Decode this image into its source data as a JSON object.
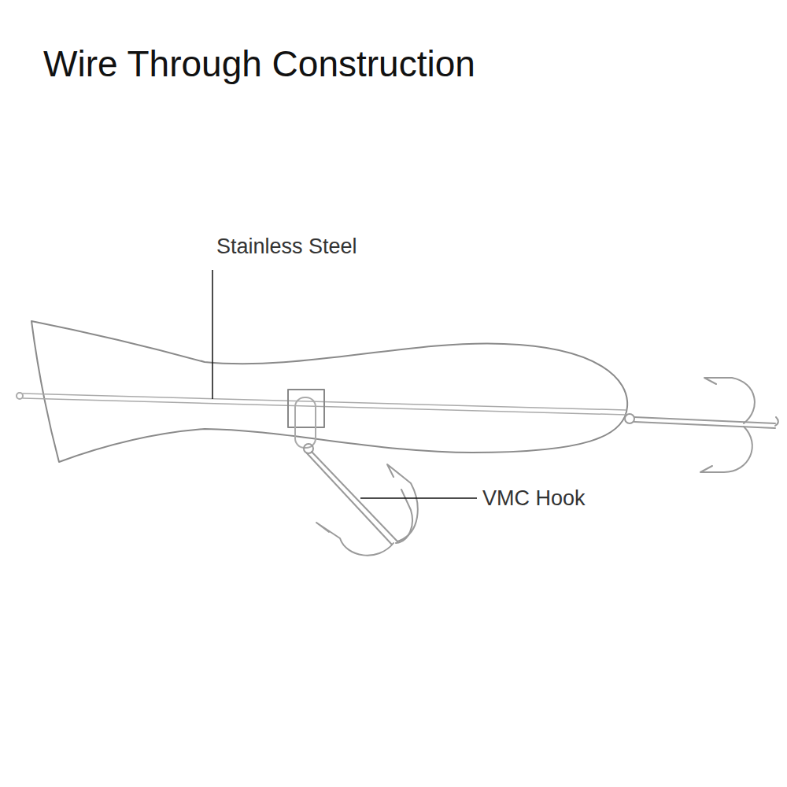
{
  "diagram": {
    "title": "Wire Through Construction",
    "labels": [
      "Stainless Steel",
      "VMC Hook"
    ]
  }
}
